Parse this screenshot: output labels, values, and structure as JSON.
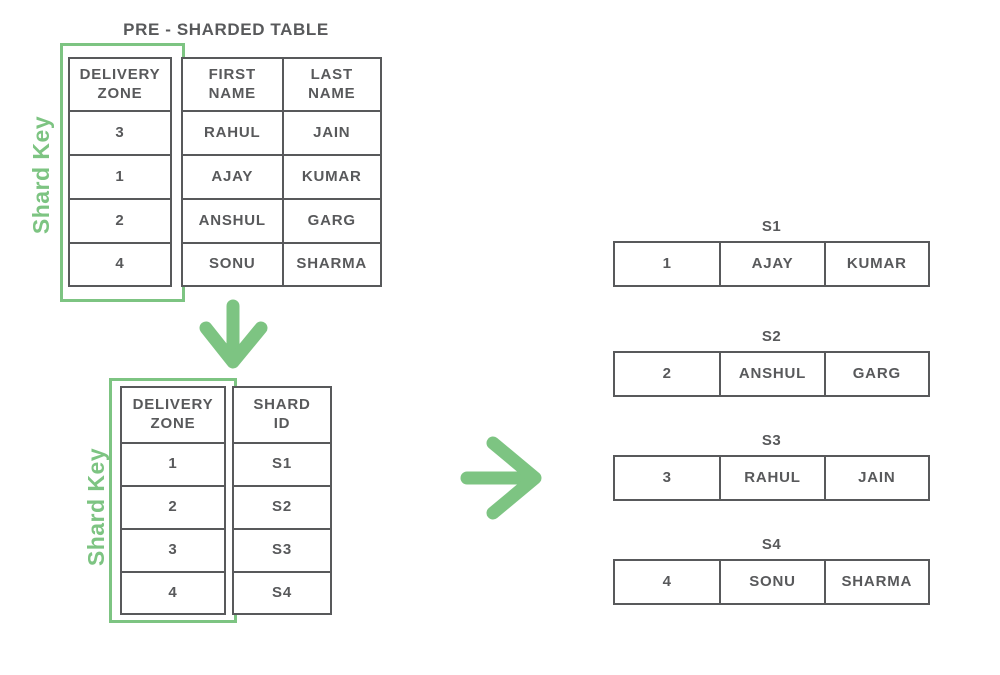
{
  "colors": {
    "accent_green": "#7DC482",
    "text_gray": "#58595B"
  },
  "icons": {
    "down_arrow": "arrow-down-icon",
    "right_arrow": "arrow-right-icon"
  },
  "pre_sharded": {
    "title": "PRE - SHARDED TABLE",
    "shard_key_label": "Shard Key",
    "key_header": "DELIVERY\nZONE",
    "headers": [
      "FIRST\nNAME",
      "LAST\nNAME"
    ],
    "rows": [
      {
        "delivery_zone": "3",
        "first_name": "RAHUL",
        "last_name": "JAIN"
      },
      {
        "delivery_zone": "1",
        "first_name": "AJAY",
        "last_name": "KUMAR"
      },
      {
        "delivery_zone": "2",
        "first_name": "ANSHUL",
        "last_name": "GARG"
      },
      {
        "delivery_zone": "4",
        "first_name": "SONU",
        "last_name": "SHARMA"
      }
    ]
  },
  "mapping": {
    "shard_key_label": "Shard Key",
    "key_header": "DELIVERY\nZONE",
    "shard_header": "SHARD\nID",
    "rows": [
      {
        "delivery_zone": "1",
        "shard_id": "S1"
      },
      {
        "delivery_zone": "2",
        "shard_id": "S2"
      },
      {
        "delivery_zone": "3",
        "shard_id": "S3"
      },
      {
        "delivery_zone": "4",
        "shard_id": "S4"
      }
    ]
  },
  "shards": [
    {
      "label": "S1",
      "delivery_zone": "1",
      "first_name": "AJAY",
      "last_name": "KUMAR"
    },
    {
      "label": "S2",
      "delivery_zone": "2",
      "first_name": "ANSHUL",
      "last_name": "GARG"
    },
    {
      "label": "S3",
      "delivery_zone": "3",
      "first_name": "RAHUL",
      "last_name": "JAIN"
    },
    {
      "label": "S4",
      "delivery_zone": "4",
      "first_name": "SONU",
      "last_name": "SHARMA"
    }
  ]
}
